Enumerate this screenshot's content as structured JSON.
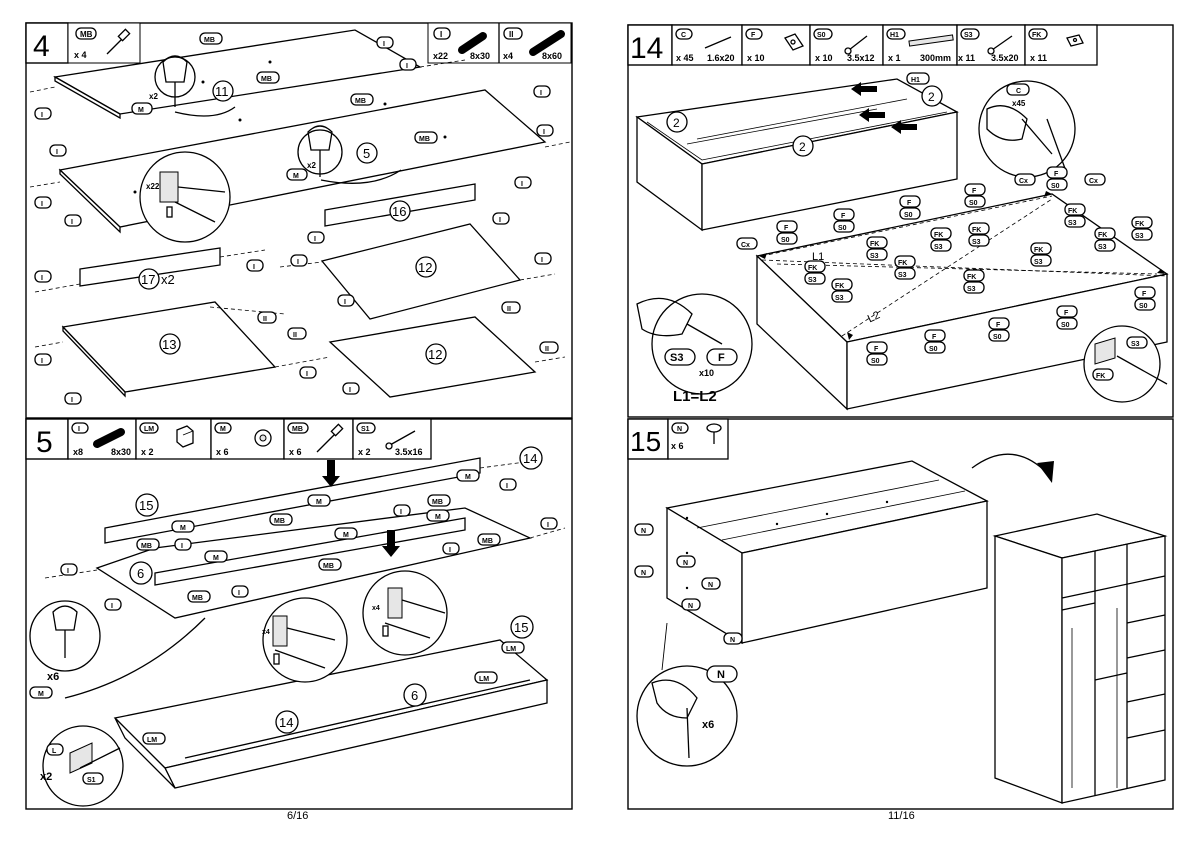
{
  "left_page": {
    "page_number": "6/16",
    "step4": {
      "number": "4",
      "parts": [
        {
          "code": "MB",
          "qty": "x 4",
          "size": ""
        }
      ],
      "dowels": [
        {
          "code": "I",
          "qty": "x22",
          "size": "8x30"
        },
        {
          "code": "II",
          "qty": "x4",
          "size": "8x60"
        }
      ],
      "panel_labels": [
        "11",
        "5",
        "16",
        "17",
        "12",
        "13",
        "12"
      ],
      "multiplier_17": "x2",
      "tool_qty": "x2",
      "dowel_callout_qty": "x22",
      "letters": {
        "M": "M",
        "MB": "MB",
        "I": "I",
        "II": "II"
      }
    },
    "step5": {
      "number": "5",
      "parts": [
        {
          "code": "I",
          "qty": "x8",
          "size": "8x30"
        },
        {
          "code": "LM",
          "qty": "x 2",
          "size": ""
        },
        {
          "code": "M",
          "qty": "x 6",
          "size": ""
        },
        {
          "code": "MB",
          "qty": "x 6",
          "size": ""
        },
        {
          "code": "S1",
          "qty": "x 2",
          "size": "3.5x16"
        }
      ],
      "panel_labels": [
        "15",
        "14",
        "6",
        "15",
        "6",
        "14"
      ],
      "callout_qty_x4": "x4",
      "callout_qty_x6": "x6",
      "callout_qty_x2": "x2",
      "letters": {
        "M": "M",
        "MB": "MB",
        "I": "I",
        "LM": "LM",
        "L": "L",
        "S1": "S1"
      }
    }
  },
  "right_page": {
    "page_number": "11/16",
    "step14": {
      "number": "14",
      "parts": [
        {
          "code": "C",
          "qty": "x 45",
          "size": "1.6x20"
        },
        {
          "code": "F",
          "qty": "x 10",
          "size": ""
        },
        {
          "code": "S0",
          "qty": "x 10",
          "size": "3.5x12"
        },
        {
          "code": "H1",
          "qty": "x 1",
          "size": "300mm"
        },
        {
          "code": "S3",
          "qty": "x 11",
          "size": "3.5x20"
        },
        {
          "code": "FK",
          "qty": "x 11",
          "size": ""
        }
      ],
      "panel_label": "2",
      "hammer_qty": "x45",
      "screw_qty": "x10",
      "l1": "L1",
      "l2": "L2",
      "equation": "L1=L2",
      "letters": {
        "H1": "H1",
        "C": "C",
        "Cx": "Cx",
        "F": "F",
        "S0": "S0",
        "FK": "FK",
        "S3": "S3"
      }
    },
    "step15": {
      "number": "15",
      "parts": [
        {
          "code": "N",
          "qty": "x 6",
          "size": ""
        }
      ],
      "hammer_qty": "x6",
      "letters": {
        "N": "N"
      }
    }
  }
}
